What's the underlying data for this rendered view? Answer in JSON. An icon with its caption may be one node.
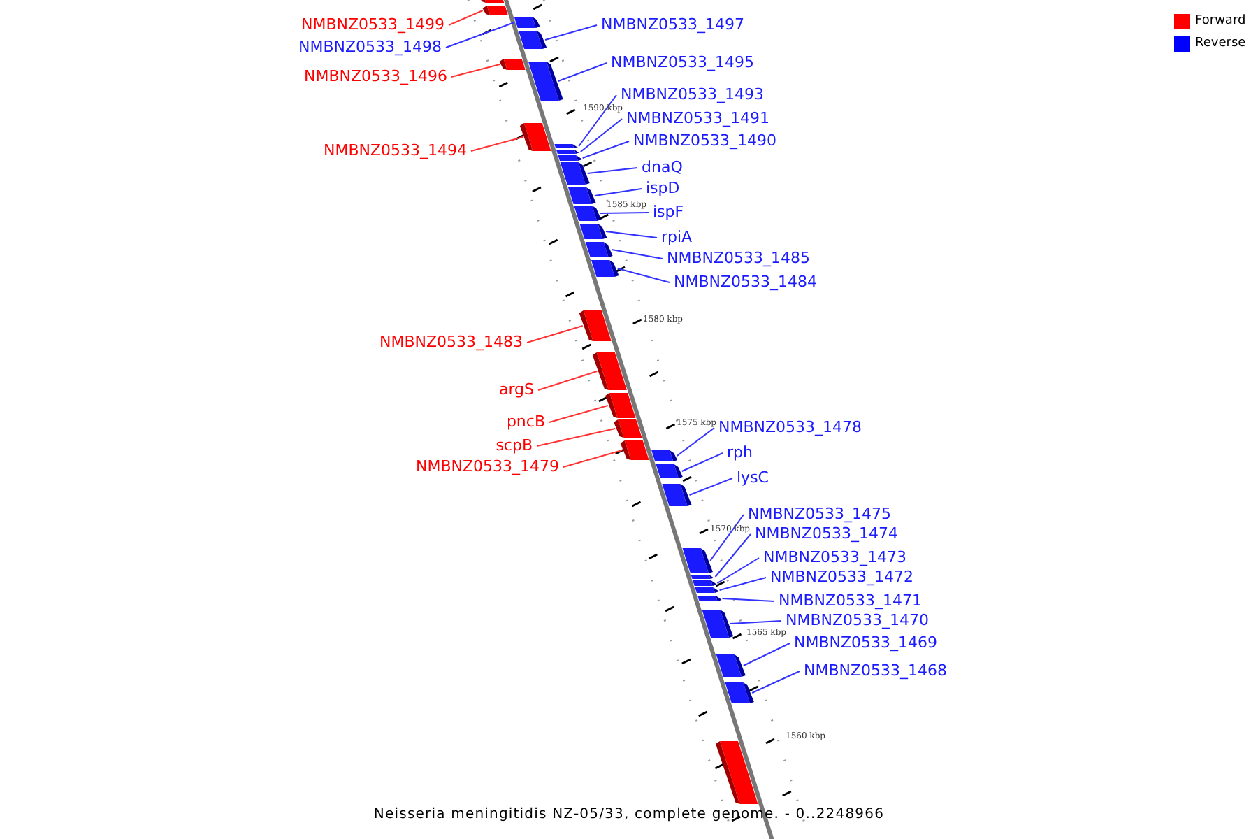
{
  "diagram": {
    "caption": "Neisseria meningitidis NZ-05/33, complete genome. - 0..2248966",
    "nodes": [
      {
        "text": [],
        "shape": "bar"
      },
      {
        "text": [
          "NMBNZ0533_1499"
        ]
      },
      {
        "text": [],
        "shape": "bar"
      },
      {
        "text": [
          "NMBNZ0533_1498"
        ]
      },
      {
        "text": [],
        "shape": "bar"
      },
      {
        "text": [
          "NMBNZ0533_1497"
        ]
      },
      {
        "text": [],
        "shape": "bar"
      },
      {
        "text": [
          "NMBNZ0533_1496"
        ]
      },
      {
        "text": [],
        "shape": "bar"
      },
      {
        "text": [
          "NMBNZ0533_1495"
        ]
      },
      {
        "text": [],
        "shape": "bar"
      },
      {
        "text": [
          "NMBNZ0533_1494"
        ]
      },
      {
        "text": [],
        "shape": "bar"
      },
      {
        "text": [
          "NMBNZ0533_1493"
        ]
      },
      {
        "text": [],
        "shape": "bar"
      },
      {
        "text": [
          "NMBNZ0533_1491"
        ]
      },
      {
        "text": [],
        "shape": "bar"
      },
      {
        "text": [
          "NMBNZ0533_1490"
        ]
      },
      {
        "text": [],
        "shape": "bar"
      },
      {
        "text": [
          "dnaQ"
        ]
      },
      {
        "text": [],
        "shape": "bar"
      },
      {
        "text": [
          "ispD"
        ]
      },
      {
        "text": [],
        "shape": "bar"
      },
      {
        "text": [
          "ispF"
        ]
      },
      {
        "text": [],
        "shape": "bar"
      },
      {
        "text": [
          "rpiA"
        ]
      },
      {
        "text": [],
        "shape": "bar"
      },
      {
        "text": [
          "NMBNZ0533_1485"
        ]
      },
      {
        "text": [],
        "shape": "bar"
      },
      {
        "text": [
          "NMBNZ0533_1484"
        ]
      },
      {
        "text": [],
        "shape": "bar"
      },
      {
        "text": [
          "NMBNZ0533_1483"
        ]
      },
      {
        "text": [],
        "shape": "bar"
      },
      {
        "text": [
          "argS"
        ]
      },
      {
        "text": [],
        "shape": "bar"
      },
      {
        "text": [
          "pncB"
        ]
      },
      {
        "text": [],
        "shape": "bar"
      },
      {
        "text": [
          "scpB"
        ]
      },
      {
        "text": [],
        "shape": "bar"
      },
      {
        "text": [
          "NMBNZ0533_1479"
        ]
      },
      {
        "text": [],
        "shape": "bar"
      },
      {
        "text": [
          "NMBNZ0533_1478"
        ]
      },
      {
        "text": [],
        "shape": "bar"
      },
      {
        "text": [
          "rph"
        ]
      },
      {
        "text": [],
        "shape": "bar"
      },
      {
        "text": [
          "lysC"
        ]
      },
      {
        "text": [],
        "shape": "bar"
      },
      {
        "text": [
          "NMBNZ0533_1475"
        ]
      },
      {
        "text": [],
        "shape": "bar"
      },
      {
        "text": [
          "NMBNZ0533_1474"
        ]
      },
      {
        "text": [],
        "shape": "bar"
      },
      {
        "text": [
          "NMBNZ0533_1473"
        ]
      },
      {
        "text": [],
        "shape": "bar"
      },
      {
        "text": [
          "NMBNZ0533_1472"
        ]
      },
      {
        "text": [],
        "shape": "bar"
      },
      {
        "text": [
          "NMBNZ0533_1471"
        ]
      },
      {
        "text": [],
        "shape": "bar"
      },
      {
        "text": [
          "NMBNZ0533_1470"
        ]
      },
      {
        "text": [],
        "shape": "bar"
      },
      {
        "text": [
          "NMBNZ0533_1469"
        ]
      },
      {
        "text": [],
        "shape": "bar"
      },
      {
        "text": [
          "NMBNZ0533_1468"
        ]
      },
      {
        "text": [],
        "shape": "bar"
      },
      {
        "text": [],
        "shape": "bar"
      }
    ],
    "edges": [
      {
        "from": 1,
        "to": 2,
        "arrow": "none",
        "color": "#ff3333"
      },
      {
        "from": 3,
        "to": 4,
        "arrow": "none"
      },
      {
        "from": 5,
        "to": 6,
        "arrow": "none"
      },
      {
        "from": 7,
        "to": 8,
        "arrow": "none",
        "color": "#ff3333"
      },
      {
        "from": 9,
        "to": 10,
        "arrow": "none"
      },
      {
        "from": 11,
        "to": 12,
        "arrow": "none",
        "color": "#ff3333"
      },
      {
        "from": 13,
        "to": 14,
        "arrow": "none"
      },
      {
        "from": 15,
        "to": 16,
        "arrow": "none"
      },
      {
        "from": 17,
        "to": 18,
        "arrow": "none"
      },
      {
        "from": 19,
        "to": 20,
        "arrow": "none"
      },
      {
        "from": 21,
        "to": 22,
        "arrow": "none"
      },
      {
        "from": 23,
        "to": 24,
        "arrow": "none"
      },
      {
        "from": 25,
        "to": 26,
        "arrow": "none"
      },
      {
        "from": 27,
        "to": 28,
        "arrow": "none"
      },
      {
        "from": 29,
        "to": 30,
        "arrow": "none"
      },
      {
        "from": 31,
        "to": 32,
        "arrow": "none",
        "color": "#ff3333"
      },
      {
        "from": 33,
        "to": 34,
        "arrow": "none",
        "color": "#ff3333"
      },
      {
        "from": 35,
        "to": 36,
        "arrow": "none",
        "color": "#ff3333"
      },
      {
        "from": 37,
        "to": 38,
        "arrow": "none",
        "color": "#ff3333"
      },
      {
        "from": 39,
        "to": 40,
        "arrow": "none",
        "color": "#ff3333"
      },
      {
        "from": 41,
        "to": 42,
        "arrow": "none"
      },
      {
        "from": 43,
        "to": 44,
        "arrow": "none"
      },
      {
        "from": 45,
        "to": 46,
        "arrow": "none"
      },
      {
        "from": 47,
        "to": 48,
        "arrow": "none"
      },
      {
        "from": 49,
        "to": 50,
        "arrow": "none"
      },
      {
        "from": 51,
        "to": 52,
        "arrow": "none"
      },
      {
        "from": 53,
        "to": 54,
        "arrow": "none"
      },
      {
        "from": 55,
        "to": 56,
        "arrow": "none"
      },
      {
        "from": 57,
        "to": 58,
        "arrow": "none"
      },
      {
        "from": 59,
        "to": 60,
        "arrow": "none"
      },
      {
        "from": 61,
        "to": 62,
        "arrow": "none"
      }
    ],
    "labels": [
      "1590 kbp",
      "1585 kbp",
      "1580 kbp",
      "1575 kbp",
      "1570 kbp",
      "1565 kbp",
      "1560 kbp"
    ],
    "legend": [
      {
        "text": "Forward",
        "color": "#ff0000"
      },
      {
        "text": "Reverse",
        "color": "#0000ff"
      }
    ]
  }
}
